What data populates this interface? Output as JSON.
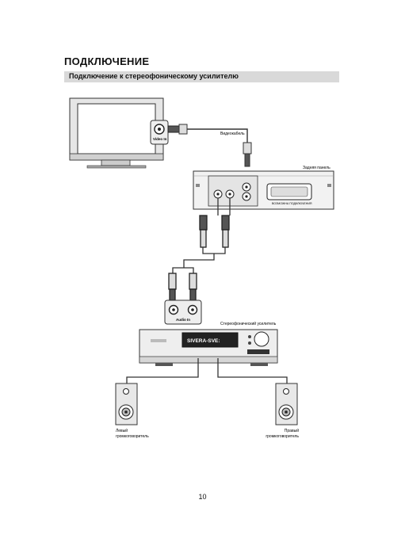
{
  "page": {
    "title": "ПОДКЛЮЧЕНИЕ",
    "subtitle": "Подключение к стереофоническому усилителю",
    "page_number": "10"
  },
  "diagram": {
    "tv_jack_label": "Video In",
    "video_cable_label": "Видеокабель",
    "rear_panel_label": "Задняя панель",
    "connector_label": "ВОЗМОЖНА ПОДКЛЮЧЕНИЯ",
    "amp_jack_label": "Audio In",
    "amplifier_label": "Стереофонический усилитель",
    "amp_display_text": "SIVERA-SVE:",
    "left_speaker_label_1": "Левый",
    "left_speaker_label_2": "громкоговоритель",
    "right_speaker_label_1": "Правый",
    "right_speaker_label_2": "громкоговоритель"
  }
}
